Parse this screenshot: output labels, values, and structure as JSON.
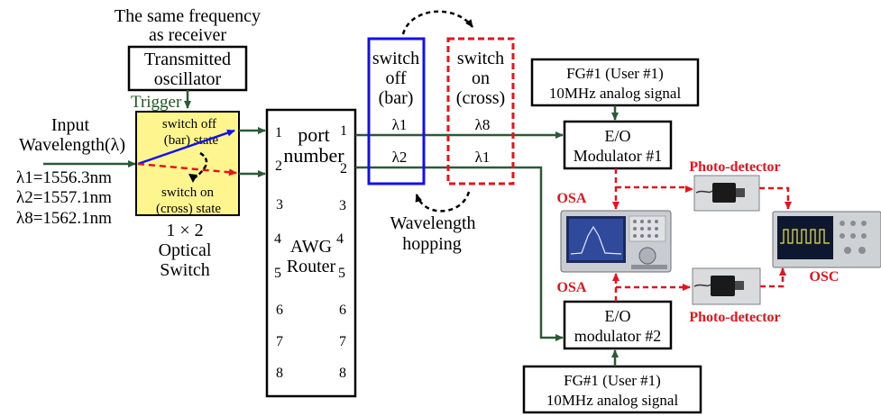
{
  "colors": {
    "line_green": "#2b5a34",
    "trigger_green": "#1f5a1f",
    "red": "#e8121b",
    "blue": "#1010ee",
    "switch_fill": "#fff58e",
    "black": "#000000"
  },
  "top_note": [
    "The same frequency",
    "as receiver"
  ],
  "oscillator": [
    "Transmitted",
    "oscillator"
  ],
  "trigger": "Trigger",
  "input": {
    "title": [
      "Input",
      "Wavelength(λ)"
    ],
    "wavelengths": [
      "λ1=1556.3nm",
      "λ2=1557.1nm",
      "λ8=1562.1nm"
    ]
  },
  "optical_switch": {
    "bar_state": [
      "switch off",
      "(bar) state"
    ],
    "cross_state": [
      "switch on",
      "(cross) state"
    ],
    "caption": [
      "1 × 2",
      "Optical",
      "Switch"
    ],
    "icons": [
      "rotation-arrow-icon"
    ]
  },
  "awg": {
    "port_number": [
      "port",
      "number"
    ],
    "name": [
      "AWG",
      "Router"
    ],
    "left_ports": [
      "1",
      "2",
      "3",
      "4",
      "5",
      "6",
      "7",
      "8"
    ],
    "right_ports": [
      "1",
      "2",
      "3",
      "4",
      "5",
      "6",
      "7",
      "8"
    ]
  },
  "switch_off_box": {
    "label": [
      "switch",
      "off",
      "(bar)"
    ],
    "lambda_a": "λ1",
    "lambda_b": "λ2"
  },
  "switch_on_box": {
    "label": [
      "switch",
      "on",
      "(cross)"
    ],
    "lambda_a": "λ8",
    "lambda_b": "λ1"
  },
  "hopping": [
    "Wavelength",
    "hopping"
  ],
  "fg_top": [
    "FG#1 (User #1)",
    "10MHz analog signal"
  ],
  "fg_bottom": [
    "FG#1 (User #1)",
    "10MHz analog signal"
  ],
  "modulator_1": [
    "E/O",
    "Modulator #1"
  ],
  "modulator_2": [
    "E/O",
    "modulator #2"
  ],
  "osa_top": "OSA",
  "osa_bottom": "OSA",
  "photo_detector_top": "Photo-detector",
  "photo_detector_bottom": "Photo-detector",
  "osc": "OSC",
  "photos": [
    "osa-instrument-photo",
    "photo-detector-photo",
    "oscilloscope-photo"
  ]
}
